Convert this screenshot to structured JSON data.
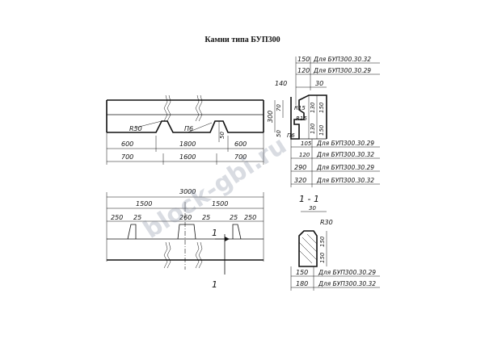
{
  "title": "Камни типа БУП300",
  "watermark": "block-gbi.ru",
  "colors": {
    "ink": "#111111",
    "background": "#ffffff",
    "watermark": "#7882964a"
  },
  "top_right": {
    "d150": "150",
    "r1": "Для БУП300.30.32",
    "d120": "120",
    "r2": "Для БУП300.30.29",
    "d140": "140",
    "d30": "30"
  },
  "front_view": {
    "d300": "300",
    "d70": "70",
    "d50": "50",
    "r50": "R50",
    "p6": "П6",
    "n50": "50",
    "d600a": "600",
    "d1800": "1800",
    "d600b": "600",
    "d700a": "700",
    "d1600": "1600",
    "d700b": "700"
  },
  "profile": {
    "r15a": "R15",
    "r15b": "R15",
    "d30": "30",
    "d150a": "150",
    "d150b": "150",
    "p6": "П6",
    "d105": "105",
    "d130": "130",
    "d130b": "130"
  },
  "right_table": {
    "d105": "105",
    "l1": "Для БУП300.30.29",
    "d120": "120",
    "l2": "Для БУП300.30.32",
    "d290": "290",
    "l3": "Для БУП300.30.29",
    "d320": "320",
    "l4": "Для БУП300.30.32"
  },
  "plan_view": {
    "d3000": "3000",
    "d1500a": "1500",
    "d1500b": "1500",
    "d250a": "250",
    "d25a": "25",
    "d260": "260",
    "d25b": "25",
    "d25c": "25",
    "d250b": "250",
    "cut": "1",
    "cut2": "1"
  },
  "section": {
    "label": "1 - 1",
    "d30": "30",
    "r30": "R30",
    "d150a": "150",
    "d150b": "150",
    "d150": "150",
    "l1": "Для БУП300.30.29",
    "d180": "180",
    "l2": "Для БУП300.30.32"
  }
}
